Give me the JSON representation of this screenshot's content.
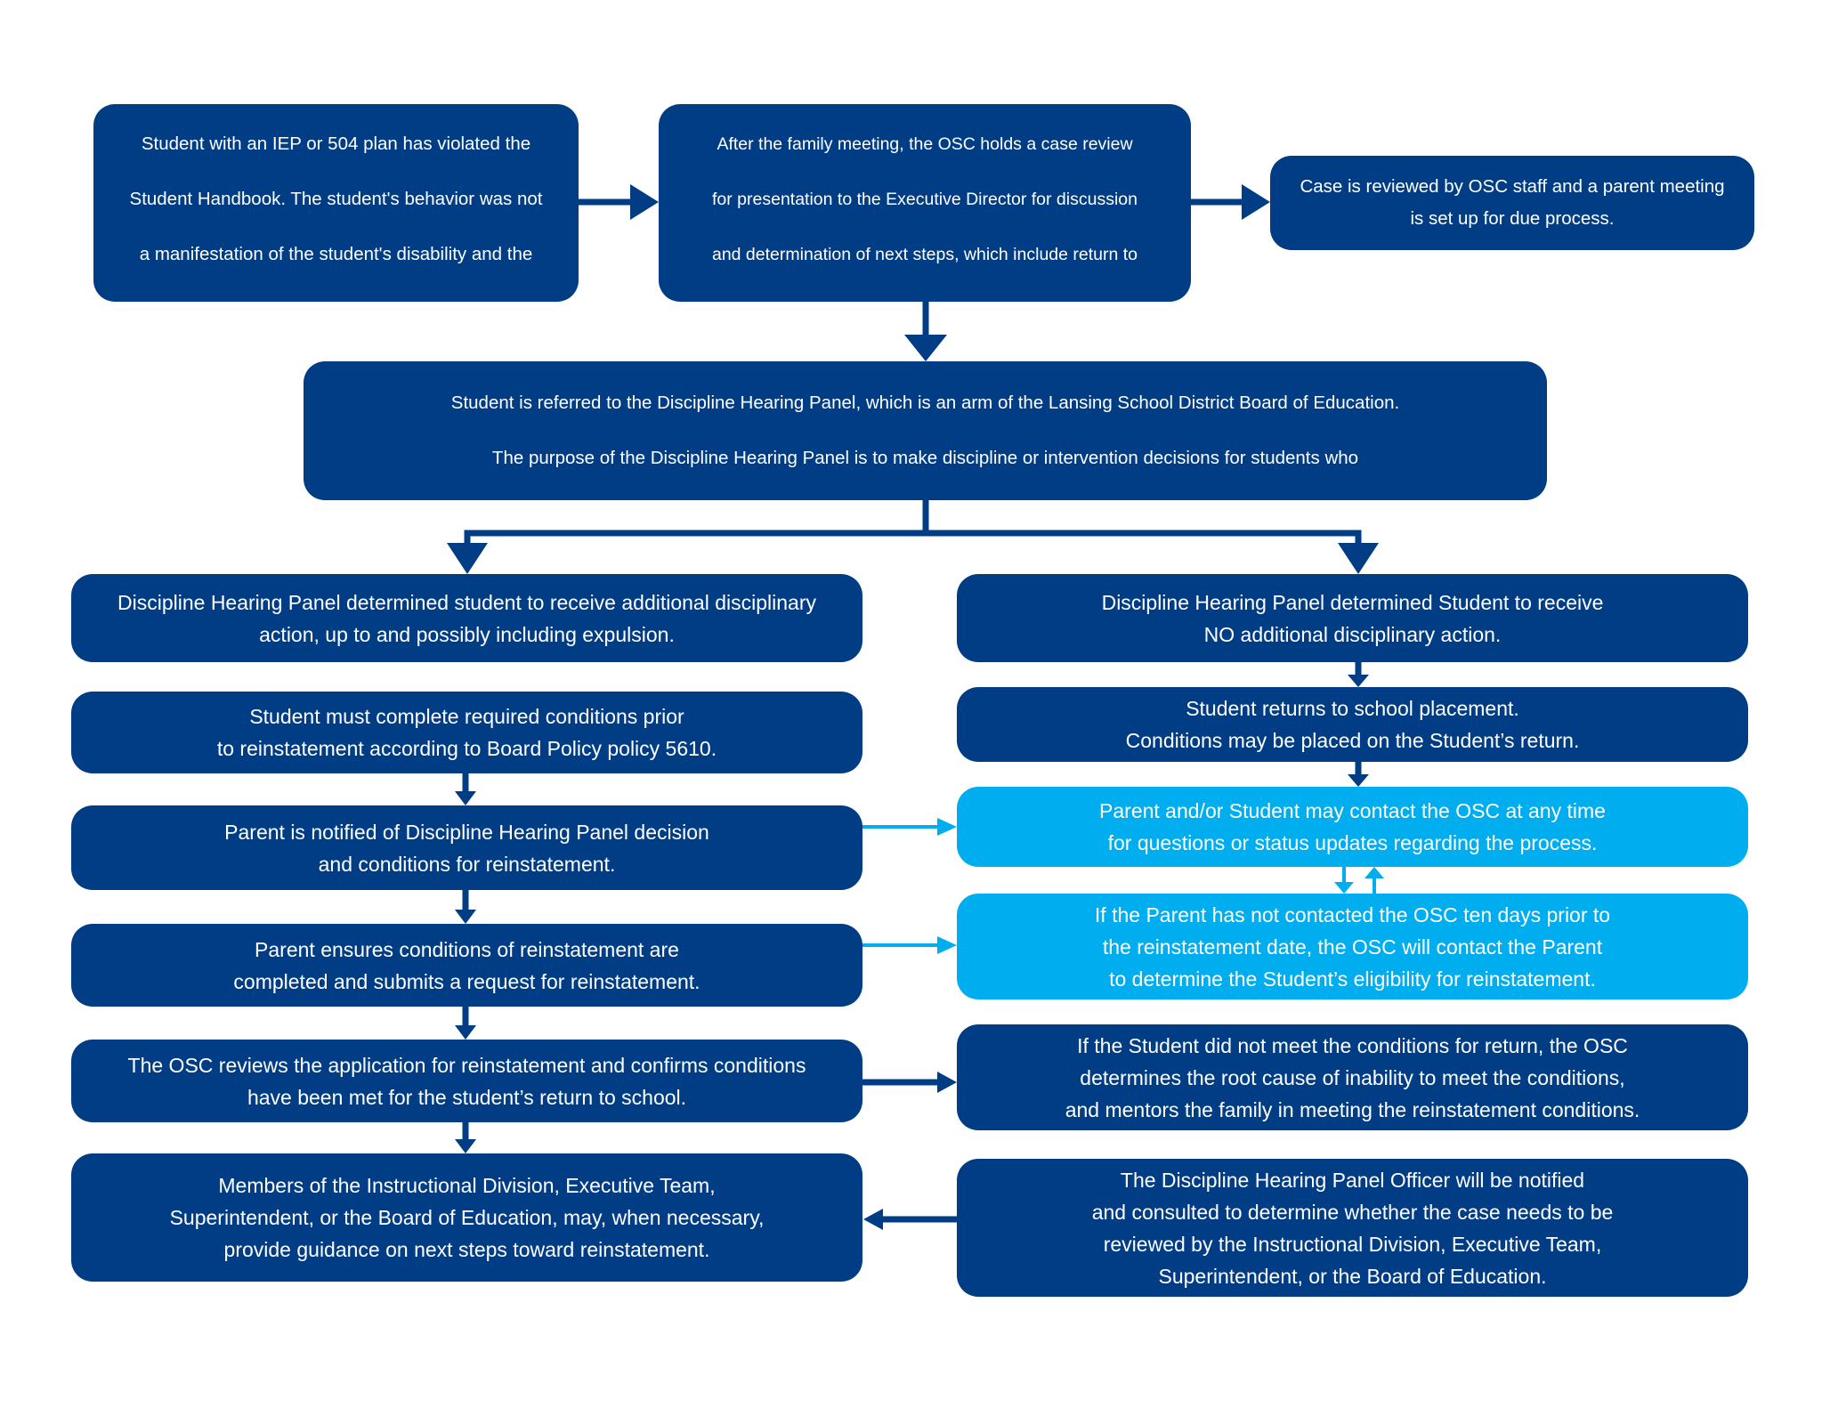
{
  "colors": {
    "dark_box": "#003d85",
    "light_box": "#00aeef",
    "dark_arrow": "#003d85",
    "light_arrow": "#00aeef"
  },
  "nodes": {
    "violation": {
      "lines": [
        "Student with an IEP or 504 plan has violated the",
        "Student Handbook. The student's behavior was not",
        "a manifestation of the student's disability and the"
      ]
    },
    "case_review": {
      "lines": [
        "After the family meeting, the OSC holds a case review",
        "for presentation to the Executive Director for discussion",
        "and determination of next steps, which include return to"
      ]
    },
    "osc_review": {
      "lines": [
        "Case is reviewed by OSC staff and a parent meeting",
        "is set up for due process."
      ]
    },
    "referral": {
      "lines": [
        "Student is referred to the Discipline Hearing Panel, which is an arm of the Lansing School District Board of Education.",
        "The purpose of the Discipline Hearing Panel is to make discipline or intervention decisions for students who"
      ]
    },
    "additional_action": {
      "lines": [
        "Discipline Hearing Panel determined student to receive additional disciplinary",
        "action, up to and possibly including expulsion."
      ]
    },
    "no_action": {
      "lines": [
        "Discipline Hearing Panel determined Student to receive",
        "NO additional disciplinary action."
      ]
    },
    "complete_conditions": {
      "lines": [
        "Student must complete required conditions prior",
        "to reinstatement according to Board Policy policy 5610."
      ]
    },
    "returns_school": {
      "lines": [
        "Student returns to school placement.",
        "Conditions may be placed on the Student’s return."
      ]
    },
    "parent_notified": {
      "lines": [
        "Parent is notified of Discipline Hearing Panel decision",
        "and conditions for reinstatement."
      ]
    },
    "contact_osc": {
      "lines": [
        "Parent and/or Student may contact the OSC at any time",
        "for questions or status updates regarding the process."
      ]
    },
    "parent_ensures": {
      "lines": [
        "Parent ensures conditions of reinstatement are",
        "completed and submits a request for reinstatement."
      ]
    },
    "osc_contacts_parent": {
      "lines": [
        "If the Parent has not contacted the OSC ten days prior to",
        "the reinstatement date, the OSC will contact the Parent",
        "to determine the Student’s eligibility for reinstatement."
      ]
    },
    "osc_reviews_application": {
      "lines": [
        "The OSC reviews the application for reinstatement and confirms conditions",
        "have been met for the student’s return to school."
      ]
    },
    "root_cause": {
      "lines": [
        "If the Student did not meet the conditions for return, the OSC",
        "determines the root cause of inability to meet the conditions,",
        "and mentors the family in meeting the reinstatement conditions."
      ]
    },
    "guidance": {
      "lines": [
        "Members of the Instructional Division, Executive Team,",
        "Superintendent, or the Board of Education, may, when necessary,",
        "provide guidance on next steps toward reinstatement."
      ]
    },
    "officer_notified": {
      "lines": [
        "The Discipline Hearing Panel Officer will be notified",
        "and consulted to determine whether the case needs to be",
        "reviewed by the Instructional Division, Executive Team,",
        "Superintendent, or the Board of Education."
      ]
    }
  }
}
